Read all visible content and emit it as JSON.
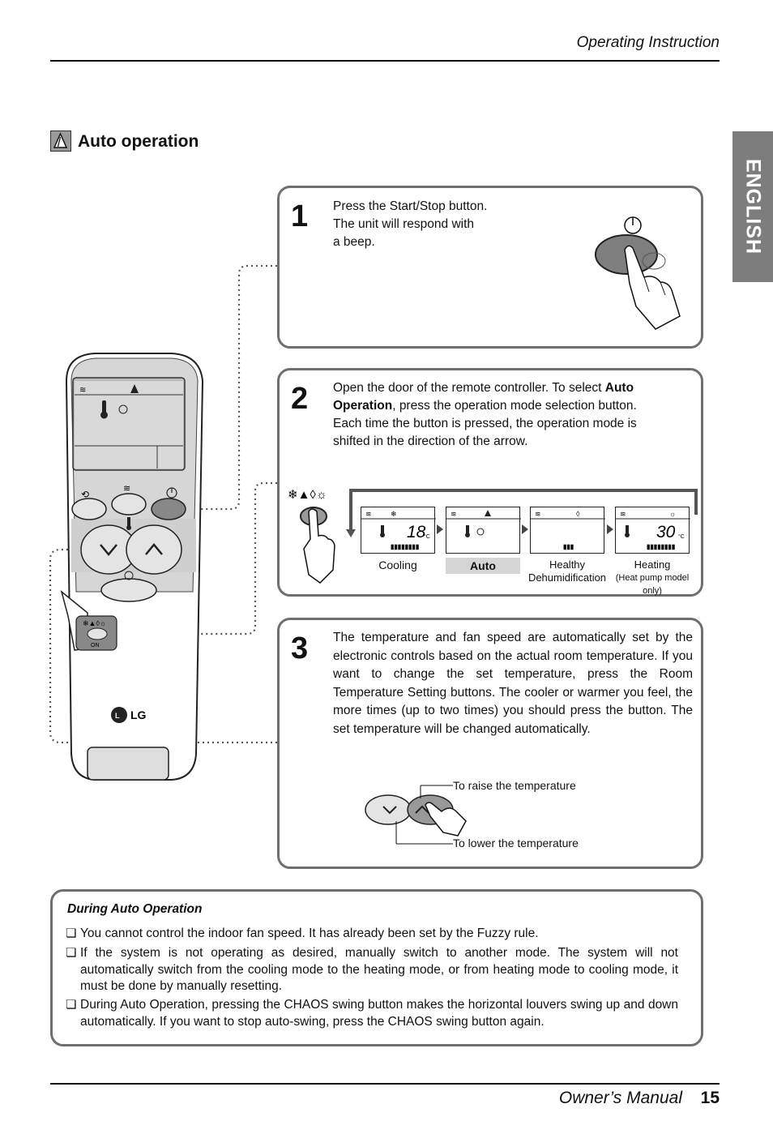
{
  "header": {
    "title": "Operating Instruction"
  },
  "language_tab": "ENGLISH",
  "section": {
    "title": "Auto operation",
    "icon": "auto-mode-icon"
  },
  "steps": [
    {
      "number": "1",
      "text": [
        "Press the Start/Stop button.",
        "The unit will respond with",
        "a beep."
      ]
    },
    {
      "number": "2",
      "text_pre": "Open the door of the remote controller. To select ",
      "text_bold1": "Auto",
      "text_bold2": "Operation",
      "text_post": ", press the operation mode selection button. Each time the button is pressed, the operation mode is shifted in the direction of the arrow.",
      "modes": [
        {
          "label": "Cooling",
          "sub": "",
          "temp": "18"
        },
        {
          "label": "Auto",
          "sub": "",
          "temp": ""
        },
        {
          "label": "Healthy",
          "sub": "Dehumidification",
          "temp": ""
        },
        {
          "label": "Heating",
          "sub": "(Heat pump model only)",
          "temp": "30"
        }
      ],
      "temp_unit": "°C"
    },
    {
      "number": "3",
      "text": "The temperature and fan speed are automatically set by the electronic controls based on the actual room temperature. If you want to change the set temperature, press the Room Temperature Setting buttons. The cooler or warmer you feel, the more times (up to two times) you should press the button. The set temperature will be changed automatically.",
      "raise_label": "To raise the temperature",
      "lower_label": "To lower the temperature"
    }
  ],
  "remote": {
    "brand": "LG",
    "on_label": "ON"
  },
  "note": {
    "title": "During Auto Operation",
    "items": [
      "You cannot control the indoor fan speed. It has already been set by the Fuzzy rule.",
      "If the system is not operating as desired, manually switch to another mode. The system will not automatically switch from the cooling mode to the heating mode, or from heating mode to cooling mode, it must be done by manually resetting.",
      "During Auto Operation, pressing the CHAOS swing button makes the horizontal louvers swing up and down automatically. If you want to stop auto-swing, press the CHAOS swing button again."
    ],
    "bullet": "❏"
  },
  "footer": {
    "label": "Owner’s Manual",
    "page": "15"
  }
}
